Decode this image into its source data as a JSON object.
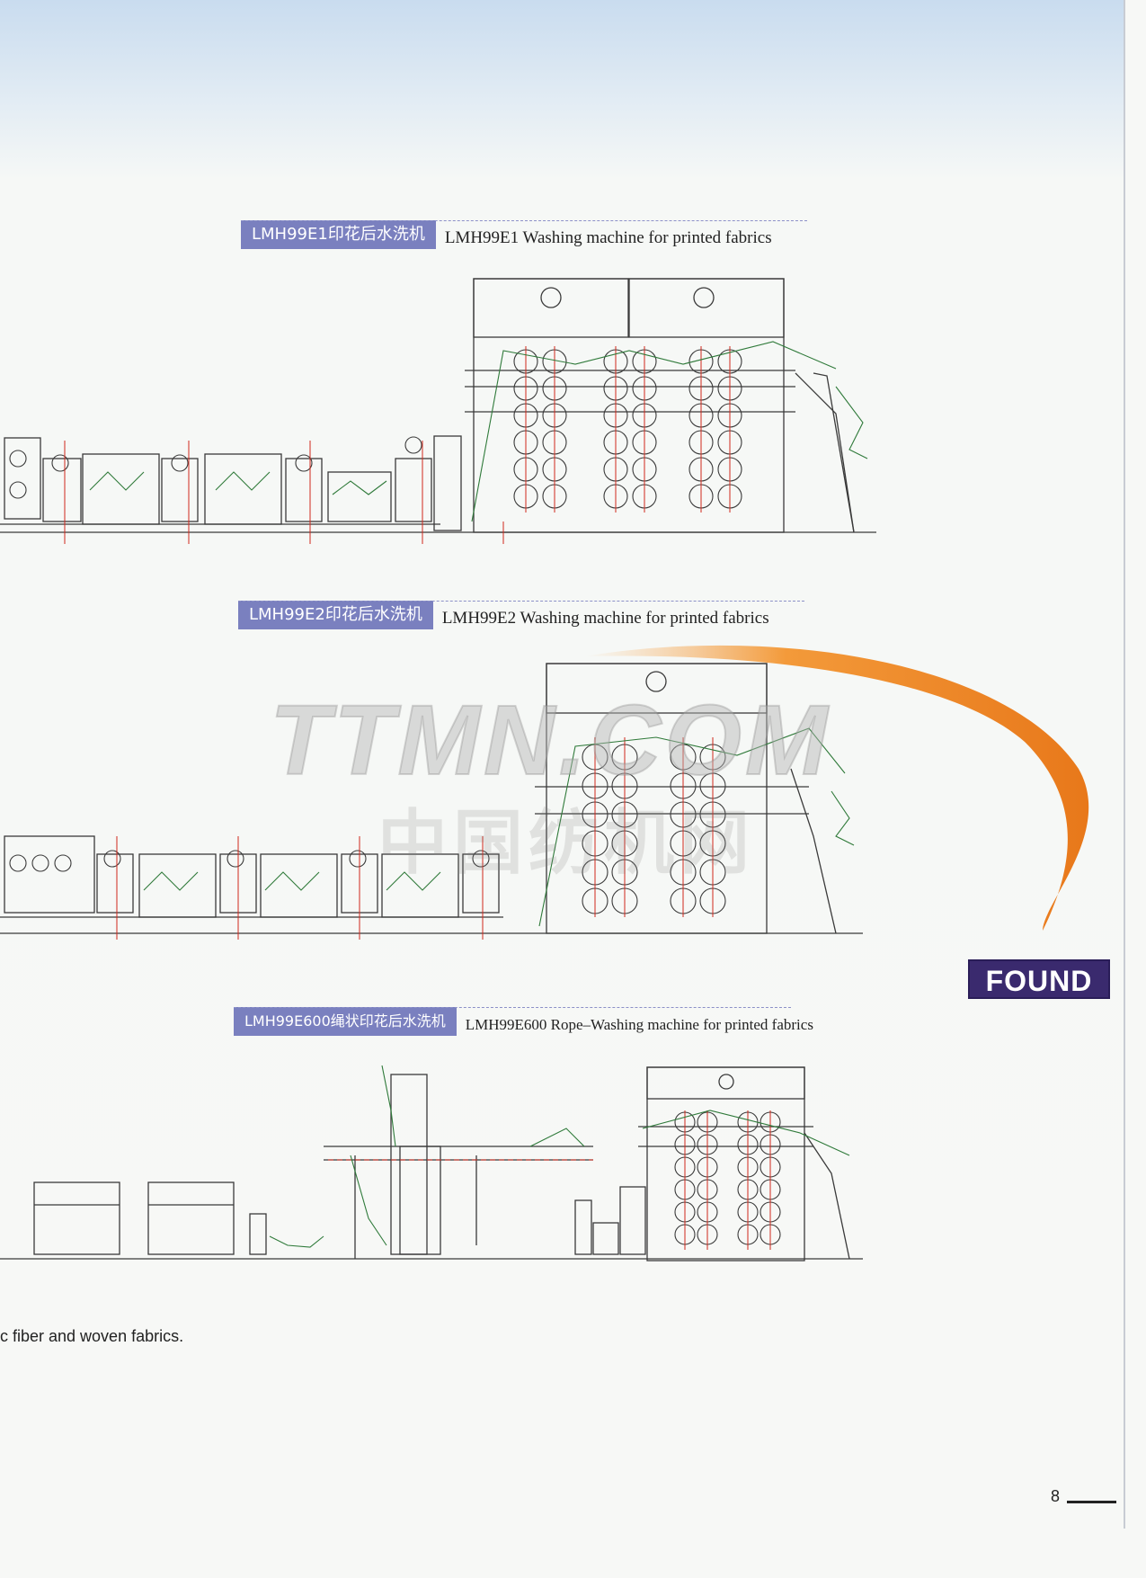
{
  "sections": [
    {
      "zh": "LMH99E1印花后水洗机",
      "en": "LMH99E1 Washing machine for printed fabrics"
    },
    {
      "zh": "LMH99E2印花后水洗机",
      "en": "LMH99E2 Washing machine for printed fabrics"
    },
    {
      "zh": "LMH99E600绳状印花后水洗机",
      "en": "LMH99E600 Rope–Washing machine for printed fabrics"
    }
  ],
  "watermark": {
    "text": "TTMN.COM",
    "cn": "中国纺机网"
  },
  "logo": {
    "text": "FOUND"
  },
  "footer": {
    "text": "c fiber and woven fabrics."
  },
  "page_number": "8",
  "colors": {
    "header_bg": "#7a80bf",
    "logo_bg": "#3a2a6e",
    "swoosh": "#f08a1c",
    "drawing_line": "#3a3a3a",
    "drawing_red": "#d0281c",
    "drawing_green": "#2f7a3a"
  }
}
